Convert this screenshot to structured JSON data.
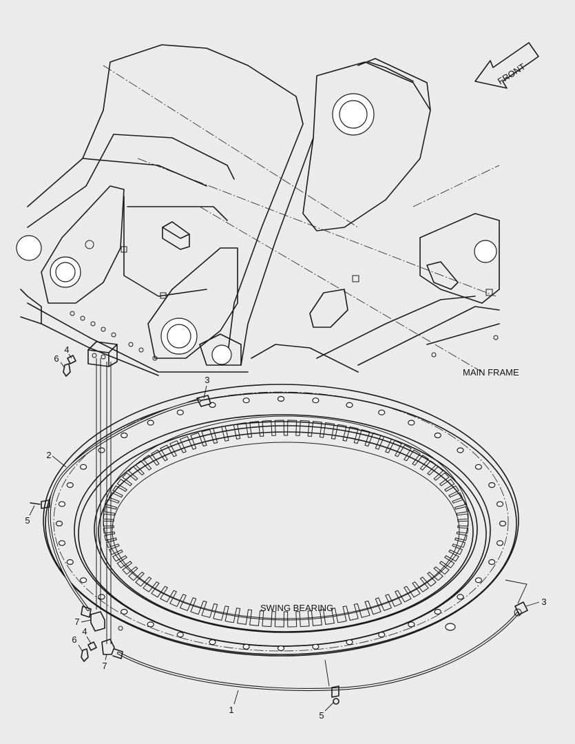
{
  "labels": {
    "front": "FRONT",
    "main_frame": "MAIN FRAME",
    "swing_bearing": "SWING BEARING"
  },
  "callouts": [
    "1",
    "2",
    "3",
    "3",
    "4",
    "4",
    "5",
    "5",
    "6",
    "6",
    "7",
    "7"
  ]
}
